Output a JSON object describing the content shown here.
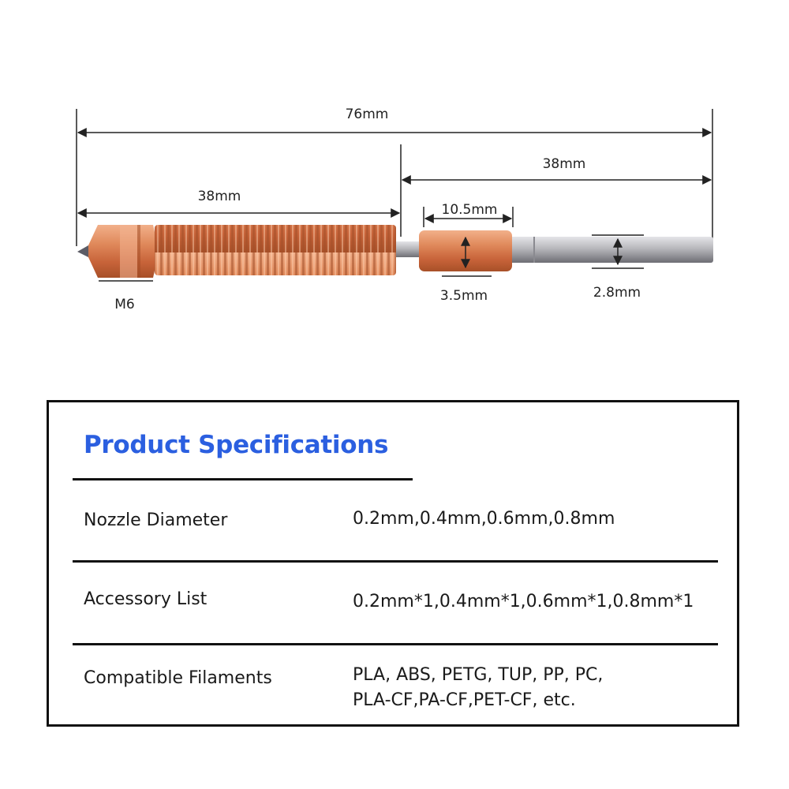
{
  "dimensions": {
    "overall_length": "76mm",
    "heater_section_length": "38mm",
    "nozzle_thread_length": "38mm",
    "sleeve_length": "10.5mm",
    "sleeve_diameter": "3.5mm",
    "tube_diameter": "2.8mm",
    "thread_size": "M6"
  },
  "colors": {
    "copper": "#d77d50",
    "steel": "#b8b8bc",
    "title_blue": "#2b5fe0"
  },
  "specs": {
    "title": "Product Specifications",
    "rows": [
      {
        "label": "Nozzle Diameter",
        "value": [
          "0.2mm,0.4mm,0.6mm,0.8mm"
        ]
      },
      {
        "label": "Accessory List",
        "value": [
          "0.2mm*1,0.4mm*1,0.6mm*1,0.8mm*1"
        ]
      },
      {
        "label": "Compatible Filaments",
        "value": [
          "PLA, ABS, PETG, TUP, PP, PC,",
          "PLA-CF,PA-CF,PET-CF, etc."
        ]
      }
    ]
  }
}
